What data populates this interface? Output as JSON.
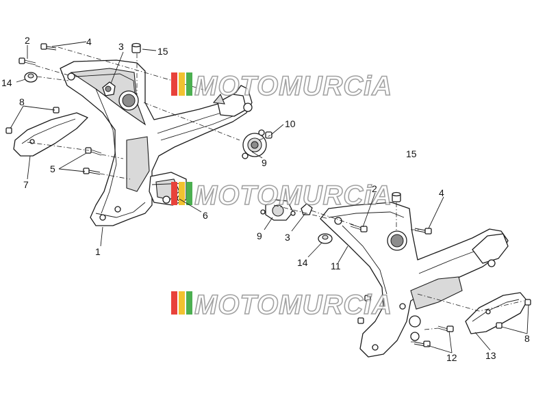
{
  "watermark": {
    "text": "MOTOMURCiA",
    "stripe_colors": [
      "#e8423b",
      "#f2c230",
      "#4caf50"
    ]
  },
  "callouts": {
    "c1": "1",
    "c2a": "2",
    "c2b": "2",
    "c3a": "3",
    "c3b": "3",
    "c4a": "4",
    "c4b": "4",
    "c5": "5",
    "c6": "6",
    "c7": "7",
    "c8a": "8",
    "c8b": "8",
    "c9a": "9",
    "c9b": "9",
    "c10": "10",
    "c11": "11",
    "c12": "12",
    "c13": "13",
    "c14a": "14",
    "c14b": "14",
    "c15a": "15",
    "c15b": "15"
  }
}
